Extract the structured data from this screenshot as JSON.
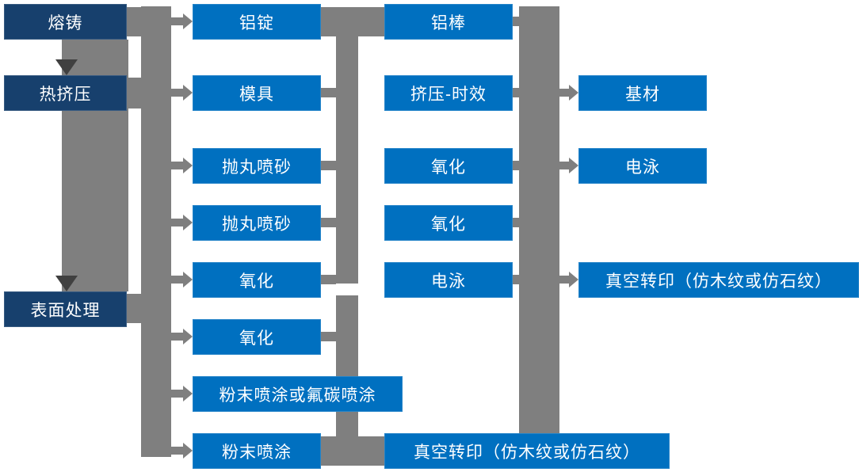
{
  "diagram": {
    "stages": [
      "熔铸",
      "热挤压",
      "表面处理"
    ],
    "process_col": [
      "铝锭",
      "模具",
      "抛丸喷砂",
      "抛丸喷砂",
      "氧化",
      "氧化",
      "粉末喷涂或氟碳喷涂",
      "粉末喷涂"
    ],
    "output_col": [
      "铝棒",
      "挤压-时效",
      "氧化",
      "氧化",
      "电泳",
      "真空转印（仿木纹或仿石纹）"
    ],
    "final_col": [
      "基材",
      "电泳",
      "真空转印（仿木纹或仿石纹）"
    ]
  },
  "colors": {
    "stage_box": "#17406d",
    "process_box": "#0070c0",
    "connector": "#7f7f7f",
    "arrow_dark": "#404040",
    "text": "#ffffff",
    "background": "#ffffff"
  }
}
